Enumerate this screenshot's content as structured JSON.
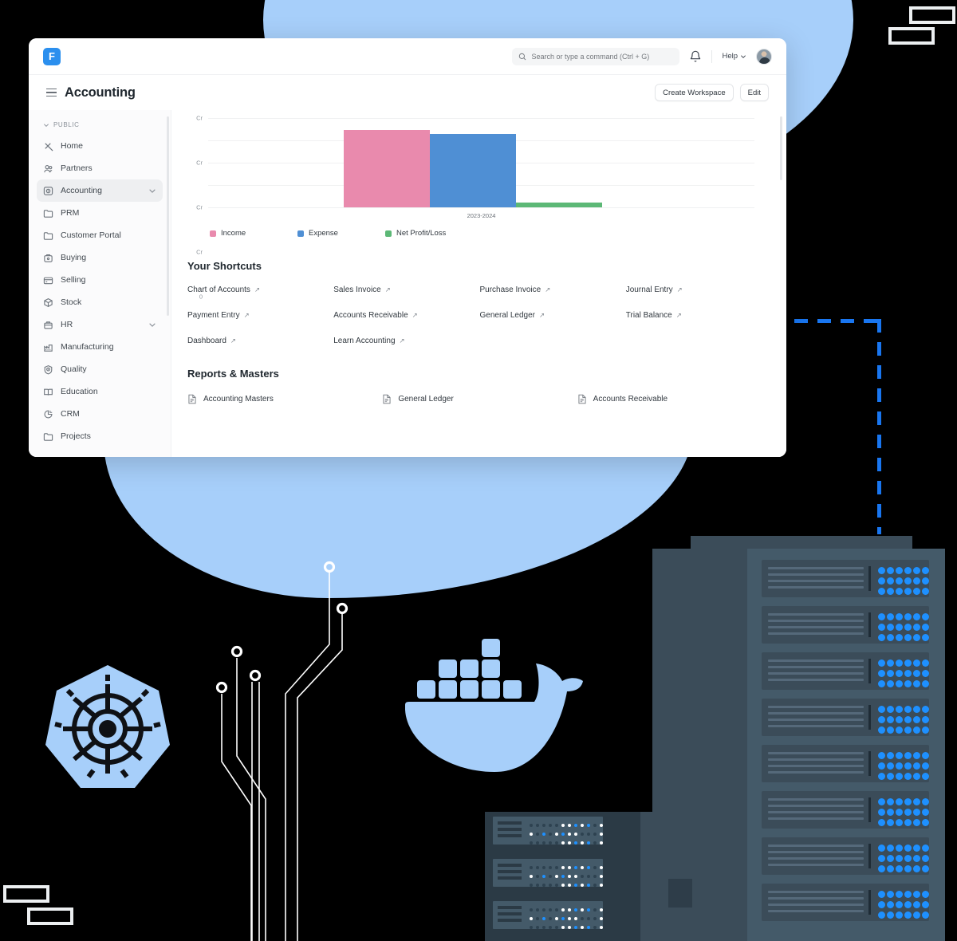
{
  "app": {
    "logo_text": "F",
    "logo_color": "#2b8fee"
  },
  "topbar": {
    "search_placeholder": "Search or type a command (Ctrl + G)",
    "search_icon": "search-icon",
    "notification_icon": "bell-icon",
    "help_label": "Help",
    "help_chevron": "chevron-down-icon",
    "avatar": "user-avatar"
  },
  "pagebar": {
    "menu_icon": "hamburger-icon",
    "title": "Accounting",
    "create_workspace_label": "Create Workspace",
    "edit_label": "Edit"
  },
  "sidebar": {
    "section_label": "PUBLIC",
    "section_chevron": "chevron-down-icon",
    "items": [
      {
        "label": "Home",
        "icon": "tools-icon",
        "active": false,
        "expandable": false
      },
      {
        "label": "Partners",
        "icon": "people-icon",
        "active": false,
        "expandable": false
      },
      {
        "label": "Accounting",
        "icon": "abacus-icon",
        "active": true,
        "expandable": true
      },
      {
        "label": "PRM",
        "icon": "folder-icon",
        "active": false,
        "expandable": false
      },
      {
        "label": "Customer Portal",
        "icon": "folder-icon",
        "active": false,
        "expandable": false
      },
      {
        "label": "Buying",
        "icon": "bag-icon",
        "active": false,
        "expandable": false
      },
      {
        "label": "Selling",
        "icon": "card-icon",
        "active": false,
        "expandable": false
      },
      {
        "label": "Stock",
        "icon": "box-icon",
        "active": false,
        "expandable": false
      },
      {
        "label": "HR",
        "icon": "briefcase-icon",
        "active": false,
        "expandable": true
      },
      {
        "label": "Manufacturing",
        "icon": "factory-icon",
        "active": false,
        "expandable": false
      },
      {
        "label": "Quality",
        "icon": "target-icon",
        "active": false,
        "expandable": false
      },
      {
        "label": "Education",
        "icon": "book-icon",
        "active": false,
        "expandable": false
      },
      {
        "label": "CRM",
        "icon": "pie-icon",
        "active": false,
        "expandable": false
      },
      {
        "label": "Projects",
        "icon": "folder-icon",
        "active": false,
        "expandable": false
      }
    ]
  },
  "chart_data": {
    "type": "bar",
    "title": "",
    "categories": [
      "2023-2024"
    ],
    "series": [
      {
        "name": "Income",
        "values": [
          4.35
        ],
        "color": "#e98aad"
      },
      {
        "name": "Expense",
        "values": [
          4.1
        ],
        "color": "#4f8fd4"
      },
      {
        "name": "Net Profit/Loss",
        "values": [
          0.25
        ],
        "color": "#5cb876"
      }
    ],
    "xlabel": "2023-2024",
    "ylabel": "",
    "ytick_labels": [
      "Cr",
      "Cr",
      "Cr",
      "Cr",
      "0"
    ],
    "ylim": [
      0,
      5
    ],
    "grid": true,
    "legend_position": "bottom"
  },
  "shortcuts": {
    "title": "Your Shortcuts",
    "link_icon": "external-link-icon",
    "items": [
      {
        "label": "Chart of Accounts"
      },
      {
        "label": "Sales Invoice"
      },
      {
        "label": "Purchase Invoice"
      },
      {
        "label": "Journal Entry"
      },
      {
        "label": "Payment Entry"
      },
      {
        "label": "Accounts Receivable"
      },
      {
        "label": "General Ledger"
      },
      {
        "label": "Trial Balance"
      },
      {
        "label": "Dashboard"
      },
      {
        "label": "Learn Accounting"
      }
    ]
  },
  "reports": {
    "title": "Reports & Masters",
    "doc_icon": "document-icon",
    "items": [
      {
        "label": "Accounting Masters"
      },
      {
        "label": "General Ledger"
      },
      {
        "label": "Accounts Receivable"
      }
    ]
  },
  "decor": {
    "blob_color": "#a7cffa",
    "dashed_line_color": "#1976f0",
    "rack_body_color": "#3b4c59",
    "rack_front_color": "#445a69",
    "led_color": "#1e90ff",
    "docker_icon": "docker-whale-icon",
    "kubernetes_icon": "kubernetes-helm-icon",
    "circuit_icon": "circuit-traces-icon",
    "outline_rect_color": "#eceff1"
  }
}
